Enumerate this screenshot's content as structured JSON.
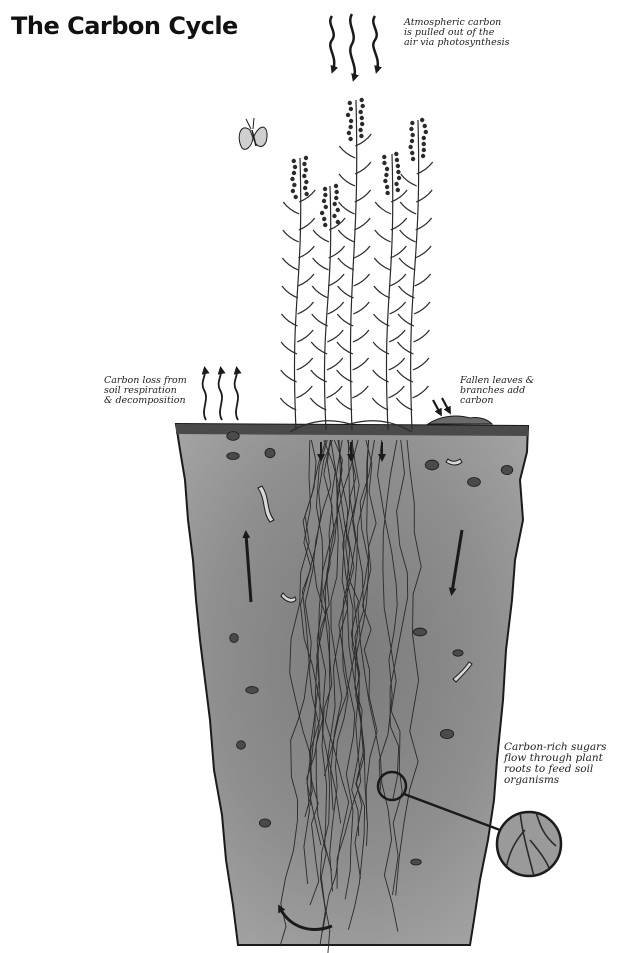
{
  "title": "The Carbon Cycle",
  "annotations": {
    "atmospheric": [
      "Atmospheric carbon",
      "is pulled out of the",
      "air via photosynthesis"
    ],
    "carbon_loss": [
      "Carbon loss from",
      "soil respiration",
      "& decomposition"
    ],
    "fallen_leaves": [
      "Fallen leaves &",
      "branches add",
      "carbon"
    ],
    "sugars": [
      "Carbon-rich sugars",
      "flow through plant",
      "roots to feed soil",
      "organisms"
    ]
  },
  "colors": {
    "ink": "#1a1a1a",
    "soil_fill": "#8c8c8c",
    "soil_dark": "#6f6f6f",
    "background": "#ffffff"
  },
  "icons": [
    "butterfly-icon",
    "wavy-down-arrow-icon",
    "wavy-up-arrow-icon",
    "magnifier-lens-icon",
    "worm-icon",
    "pebble-icon"
  ]
}
